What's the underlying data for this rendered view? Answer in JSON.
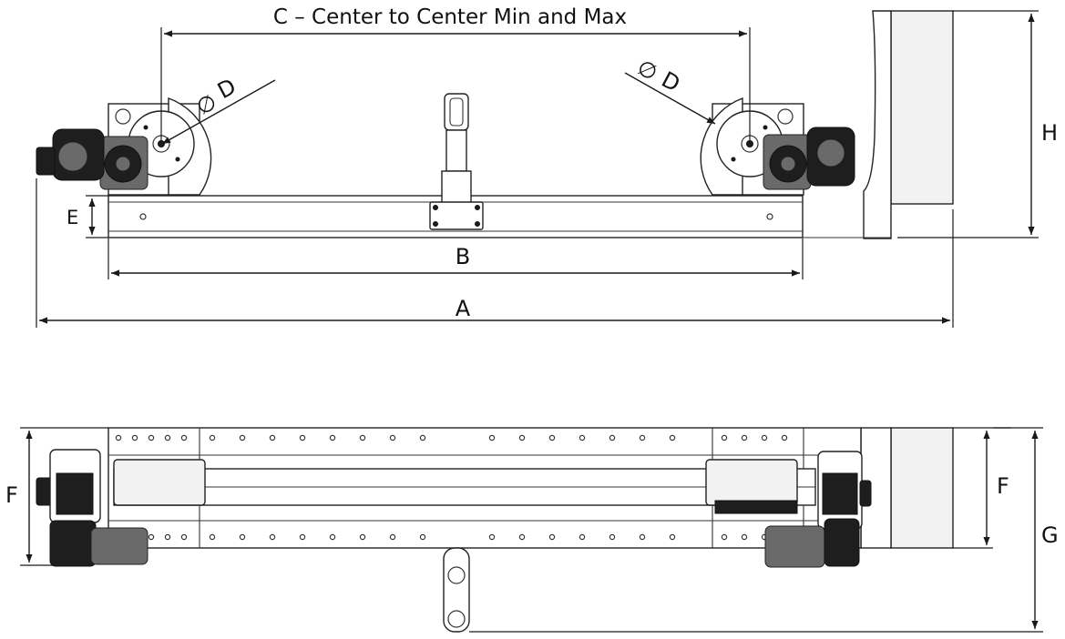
{
  "labels": {
    "c_dimension": "C – Center to Center Min and Max",
    "d_left": "D",
    "d_right": "D",
    "diameter_symbol": "∅",
    "e_dimension": "E",
    "b_dimension": "B",
    "a_dimension": "A",
    "h_dimension": "H",
    "f_left": "F",
    "f_right": "F",
    "g_dimension": "G"
  },
  "colors": {
    "line": "#1a1a1a",
    "part_fill": "#f2f2f2",
    "motor_dark": "#1e1e1e",
    "background": "#ffffff"
  },
  "views": [
    "side-elevation",
    "top-plan"
  ]
}
